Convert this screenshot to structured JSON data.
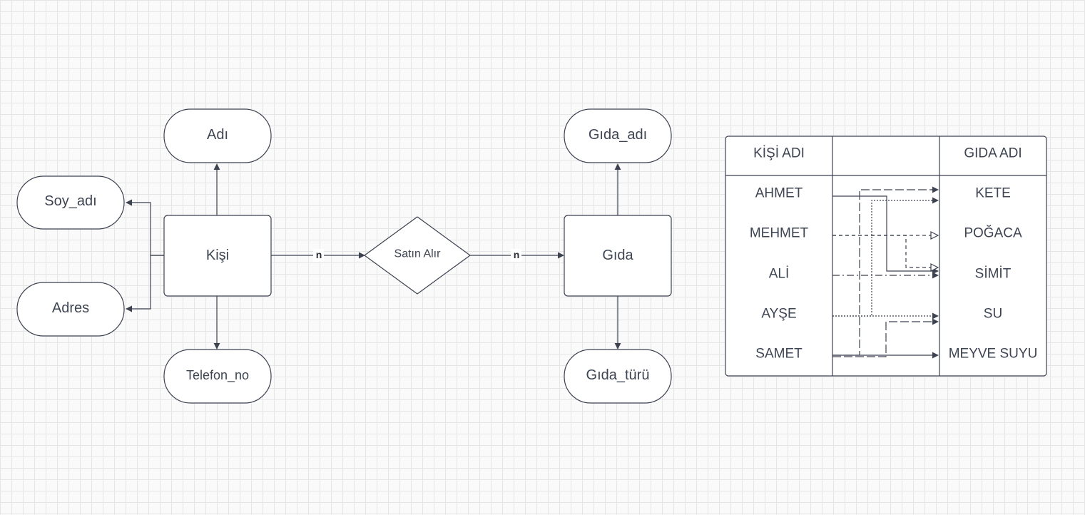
{
  "entities": {
    "kisi": "Kişi",
    "gida": "Gıda"
  },
  "relationship": "Satın Alır",
  "cardinality": {
    "left": "n",
    "right": "n"
  },
  "attributes": {
    "adi": "Adı",
    "soy_adi": "Soy_adı",
    "adres": "Adres",
    "telefon_no": "Telefon_no",
    "gida_adi": "Gıda_adı",
    "gida_turu": "Gıda_türü"
  },
  "mapping_table": {
    "left_header": "KİŞİ ADI",
    "middle_header": "",
    "right_header": "GIDA ADI",
    "people": [
      "AHMET",
      "MEHMET",
      "ALİ",
      "AYŞE",
      "SAMET"
    ],
    "foods": [
      "KETE",
      "POĞACA",
      "SİMİT",
      "SU",
      "MEYVE SUYU"
    ]
  },
  "colors": {
    "stroke": "#3c4250",
    "text": "#3d4452",
    "grid": "#e6e6e6",
    "background": "#fafafa"
  }
}
